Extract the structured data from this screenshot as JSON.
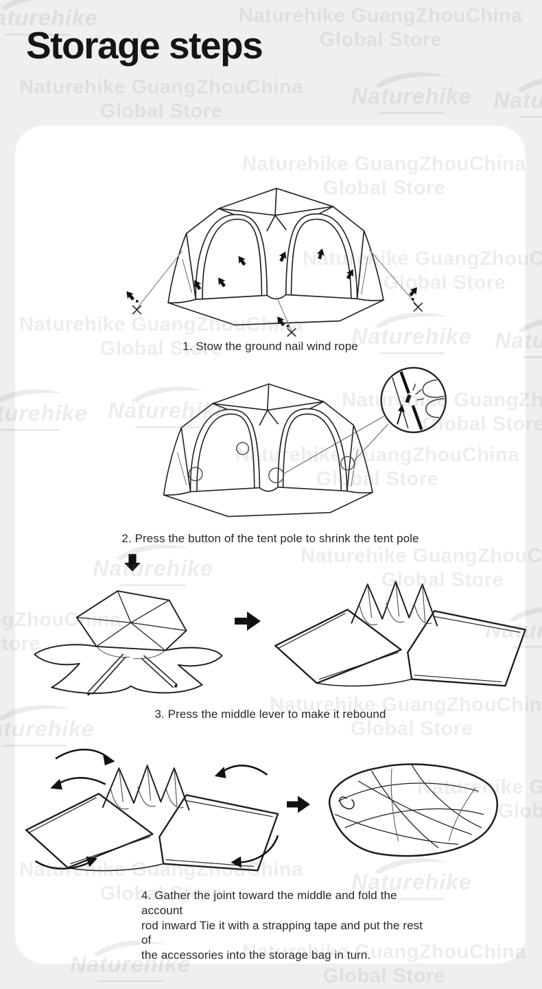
{
  "page": {
    "title": "Storage steps"
  },
  "watermark": {
    "line1": "Naturehike GuangZhouChina",
    "line2": "Global Store",
    "brand": "Naturehike"
  },
  "steps": [
    {
      "caption": "1. Stow the ground nail wind rope"
    },
    {
      "caption": "2. Press the button of the tent pole to shrink the tent pole"
    },
    {
      "caption": "3. Press the middle lever to make it rebound"
    },
    {
      "caption_lines": [
        "4. Gather the joint toward the middle and fold the account",
        "rod inward Tie it with a strapping tape and put the rest of",
        "the accessories into the storage bag in turn."
      ]
    }
  ],
  "icons": {
    "down_arrow": "⬇",
    "right_arrow": "➡"
  },
  "colors": {
    "background": "#efeff0",
    "card": "#ffffff",
    "ink": "#1c1c1c",
    "line_art": "#222222",
    "watermark": "#e4e4e6"
  }
}
